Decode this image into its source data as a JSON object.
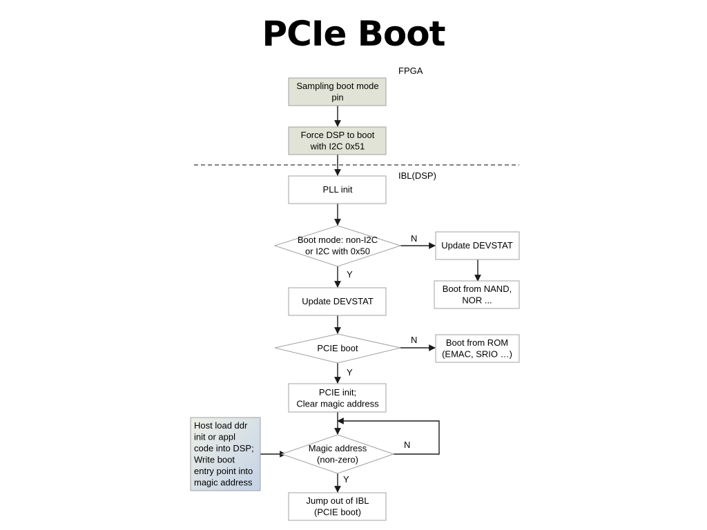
{
  "title": "PCIe Boot",
  "sections": {
    "fpga": "FPGA",
    "ibl": "IBL(DSP)"
  },
  "nodes": {
    "sampling": [
      "Sampling boot mode",
      "pin"
    ],
    "force_dsp": [
      "Force DSP to boot",
      "with I2C 0x51"
    ],
    "pll_init": [
      "PLL init"
    ],
    "boot_mode": [
      "Boot mode: non-I2C",
      "or I2C with 0x50"
    ],
    "update_devstat_right": [
      "Update DEVSTAT"
    ],
    "boot_nand": [
      "Boot from NAND,",
      "NOR ..."
    ],
    "update_devstat": [
      "Update DEVSTAT"
    ],
    "pcie_boot": [
      "PCIE boot"
    ],
    "boot_rom": [
      "Boot from ROM",
      "(EMAC, SRIO …)"
    ],
    "pcie_init": [
      "PCIE init;",
      "Clear magic address"
    ],
    "magic_address": [
      "Magic address",
      "(non-zero)"
    ],
    "host_load": [
      "Host load ddr",
      "init or appl",
      "code into DSP;",
      "Write boot",
      "entry point into",
      "magic address"
    ],
    "jump_out": [
      "Jump out of IBL",
      "(PCIE boot)"
    ]
  },
  "edge_labels": {
    "bootmode_no": "N",
    "bootmode_yes": "Y",
    "pcieboot_no": "N",
    "pcieboot_yes": "Y",
    "magic_no": "N",
    "magic_yes": "Y"
  },
  "colors": {
    "fpga_fill": "#e1e3d6",
    "box_stroke": "#a0a0a0",
    "arrow": "#1a1a1a",
    "host_gradient_start": "#eef0e6",
    "host_gradient_end": "#c3d2e6"
  }
}
